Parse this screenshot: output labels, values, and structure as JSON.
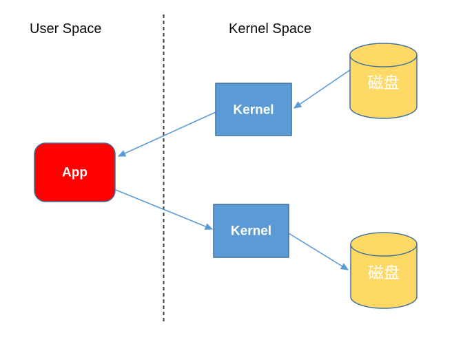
{
  "diagram": {
    "titles": {
      "user_space": "User Space",
      "kernel_space": "Kernel Space"
    },
    "nodes": {
      "app": {
        "label": "App",
        "fill": "#ff0000"
      },
      "kernel_top": {
        "label": "Kernel",
        "fill": "#5b9bd5"
      },
      "kernel_bottom": {
        "label": "Kernel",
        "fill": "#5b9bd5"
      },
      "disk_top": {
        "label": "磁盘",
        "fill": "#ffd966"
      },
      "disk_bottom": {
        "label": "磁盘",
        "fill": "#ffd966"
      }
    },
    "colors": {
      "node_border": "#41719c",
      "arrow": "#5b9bd5",
      "divider": "#3f3f3f",
      "node_text": "#ffffff",
      "title_text": "#000000",
      "background": "#ffffff"
    },
    "arrows": [
      {
        "from": "disk_top",
        "to": "kernel_top"
      },
      {
        "from": "kernel_top",
        "to": "app"
      },
      {
        "from": "app",
        "to": "kernel_bottom"
      },
      {
        "from": "kernel_bottom",
        "to": "disk_bottom"
      }
    ]
  }
}
